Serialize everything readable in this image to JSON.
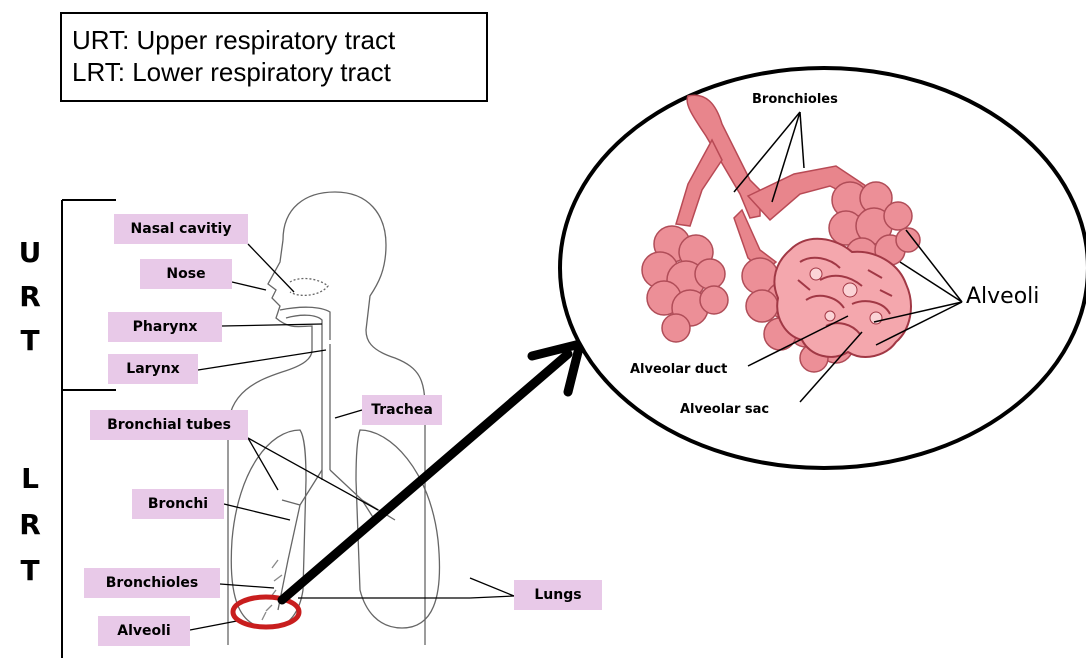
{
  "legend": {
    "line1": "URT: Upper respiratory tract",
    "line2": "LRT: Lower respiratory tract"
  },
  "sections": {
    "urt": [
      "U",
      "R",
      "T"
    ],
    "lrt": [
      "L",
      "R",
      "T"
    ]
  },
  "labels": {
    "nasal_cavity": "Nasal cavitiy",
    "nose": "Nose",
    "pharynx": "Pharynx",
    "larynx": "Larynx",
    "trachea": "Trachea",
    "bronchial_tubes": "Bronchial tubes",
    "bronchi": "Bronchi",
    "bronchioles": "Bronchioles",
    "alveoli": "Alveoli",
    "lungs": "Lungs"
  },
  "magnified": {
    "bronchioles": "Bronchioles",
    "alveoli": "Alveoli",
    "alveolar_duct": "Alveolar duct",
    "alveolar_sac": "Alveolar sac"
  },
  "colors": {
    "label_bg": "#e8c9e8",
    "highlight_ring": "#c81e1e",
    "tissue": "#e8858c",
    "tissue_dark": "#b84a55"
  }
}
